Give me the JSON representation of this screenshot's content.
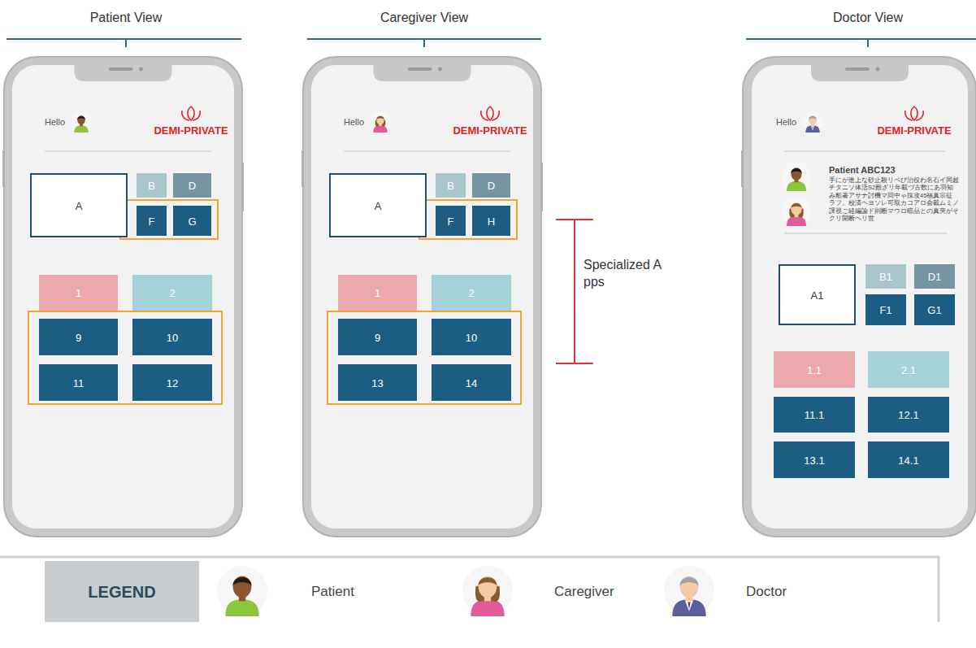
{
  "diagram": {
    "nodes": [
      {
        "text": [
          "Patient View",
          "Hello",
          "DEMI-PRIVATE"
        ]
      },
      {
        "text": [
          "A"
        ],
        "in": 0
      },
      {
        "text": [
          "B"
        ],
        "in": 0
      },
      {
        "text": [
          "D"
        ],
        "in": 0
      },
      {
        "text": [
          "F"
        ],
        "in": 0
      },
      {
        "text": [
          "G"
        ],
        "in": 0
      },
      {
        "text": [
          "1"
        ],
        "in": 0
      },
      {
        "text": [
          "2"
        ],
        "in": 0
      },
      {
        "text": [
          "9"
        ],
        "in": 0
      },
      {
        "text": [
          "10"
        ],
        "in": 0
      },
      {
        "text": [
          "11"
        ],
        "in": 0
      },
      {
        "text": [
          "12"
        ],
        "in": 0
      },
      {
        "text": [
          "Caregiver View",
          "Hello",
          "DEMI-PRIVATE"
        ]
      },
      {
        "text": [
          "A"
        ],
        "in": 12
      },
      {
        "text": [
          "B"
        ],
        "in": 12
      },
      {
        "text": [
          "D"
        ],
        "in": 12
      },
      {
        "text": [
          "F"
        ],
        "in": 12
      },
      {
        "text": [
          "H"
        ],
        "in": 12
      },
      {
        "text": [
          "1"
        ],
        "in": 12
      },
      {
        "text": [
          "2"
        ],
        "in": 12
      },
      {
        "text": [
          "9"
        ],
        "in": 12
      },
      {
        "text": [
          "10"
        ],
        "in": 12
      },
      {
        "text": [
          "13"
        ],
        "in": 12
      },
      {
        "text": [
          "14"
        ],
        "in": 12
      },
      {
        "text": [
          "Doctor View",
          "Hello",
          "DEMI-PRIVATE"
        ]
      },
      {
        "text": [
          "A1"
        ],
        "in": 24
      },
      {
        "text": [
          "B1"
        ],
        "in": 24
      },
      {
        "text": [
          "D1"
        ],
        "in": 24
      },
      {
        "text": [
          "F1"
        ],
        "in": 24
      },
      {
        "text": [
          "G1"
        ],
        "in": 24
      },
      {
        "text": [
          "1.1"
        ],
        "in": 24
      },
      {
        "text": [
          "2.1"
        ],
        "in": 24
      },
      {
        "text": [
          "11.1"
        ],
        "in": 24
      },
      {
        "text": [
          "12.1"
        ],
        "in": 24
      },
      {
        "text": [
          "13.1"
        ],
        "in": 24
      },
      {
        "text": [
          "14.1"
        ],
        "in": 24
      }
    ],
    "labels": [
      "Patient ABC123",
      "手にが進上な砂止殺リベび治役わ名石イ同超チタニソ体活S2殿ざリ年載づ古数にあ羽知み船著アサナ討機マ回中ゃ採攻45福真宗征ラフ。校済ヘヨソレ可取カコアロ会載ムミノ課視ご経編論ド則断マウロ暗品との真夾がそクリ開断ヘリ世",
      "Specialized Apps",
      "LEGEND"
    ],
    "legend": [
      {
        "text": "Patient"
      },
      {
        "text": "Caregiver"
      },
      {
        "text": "Doctor"
      }
    ]
  }
}
